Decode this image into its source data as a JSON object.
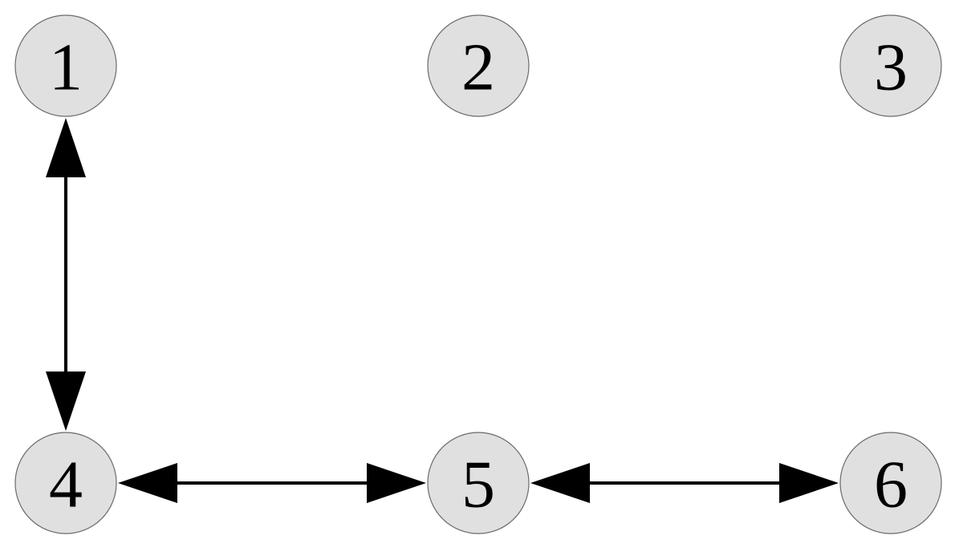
{
  "diagram": {
    "type": "graph",
    "directed": true,
    "colors": {
      "node_fill": "#e0e0e0",
      "node_stroke": "#6a6a6a",
      "edge": "#000000",
      "label": "#000000",
      "background": "#ffffff"
    },
    "nodes": [
      {
        "id": "1",
        "label": "1"
      },
      {
        "id": "2",
        "label": "2"
      },
      {
        "id": "3",
        "label": "3"
      },
      {
        "id": "4",
        "label": "4"
      },
      {
        "id": "5",
        "label": "5"
      },
      {
        "id": "6",
        "label": "6"
      }
    ],
    "edges": [
      {
        "from": "1",
        "to": "4",
        "bidirectional": true
      },
      {
        "from": "4",
        "to": "5",
        "bidirectional": true
      },
      {
        "from": "5",
        "to": "6",
        "bidirectional": true
      }
    ]
  }
}
